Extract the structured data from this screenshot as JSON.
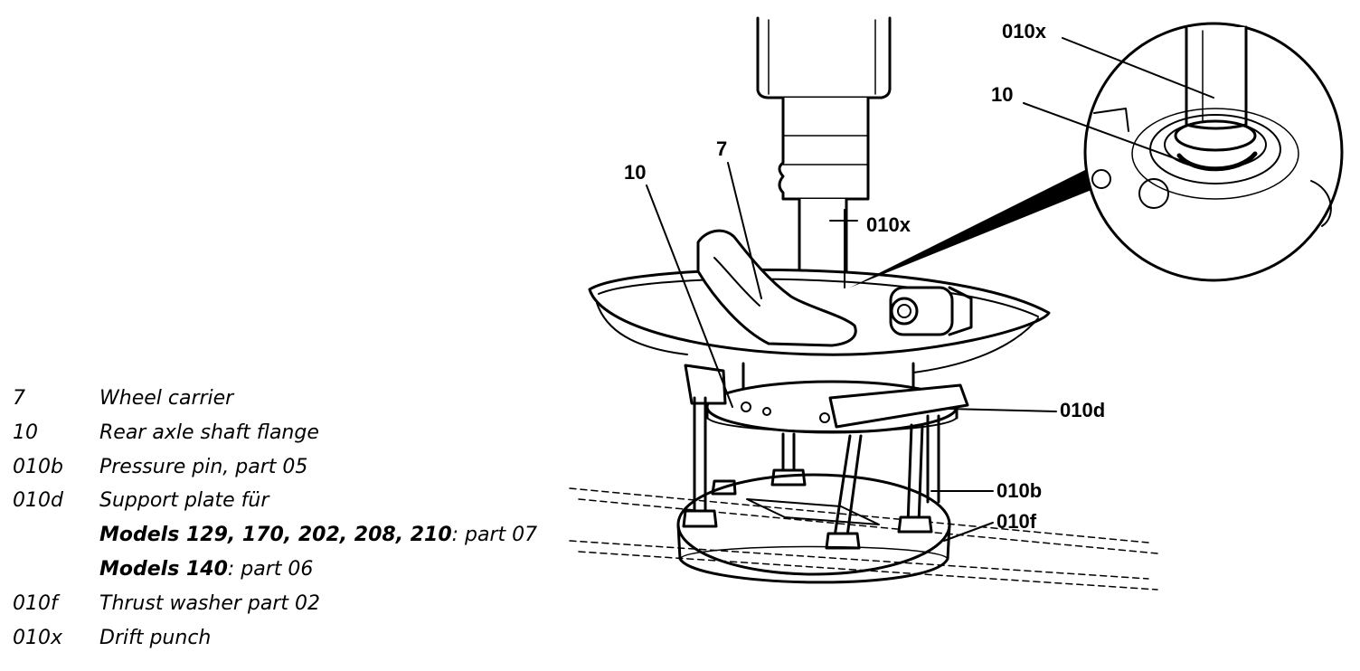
{
  "callouts": {
    "inset_drift": "010x",
    "inset_flange": "10",
    "wheel_carrier": "7",
    "flange": "10",
    "drift_punch": "010x",
    "support_plate": "010d",
    "pressure_pin": "010b",
    "thrust_washer": "010f"
  },
  "legend": {
    "rows": [
      {
        "key": "7",
        "text": "Wheel carrier"
      },
      {
        "key": "10",
        "text": "Rear axle shaft flange"
      },
      {
        "key": "010b",
        "text": "Pressure pin, part 05"
      },
      {
        "key": "010d",
        "text": "Support plate für"
      },
      {
        "key": "",
        "bold": "Models 129, 170, 202, 208, 210",
        "text": ": part 07"
      },
      {
        "key": "",
        "bold": "Models 140",
        "text": ": part 06"
      },
      {
        "key": "010f",
        "text": "Thrust washer part 02"
      },
      {
        "key": "010x",
        "text": "Drift punch"
      }
    ]
  },
  "colors": {
    "ink": "#000000",
    "paper": "#ffffff"
  }
}
